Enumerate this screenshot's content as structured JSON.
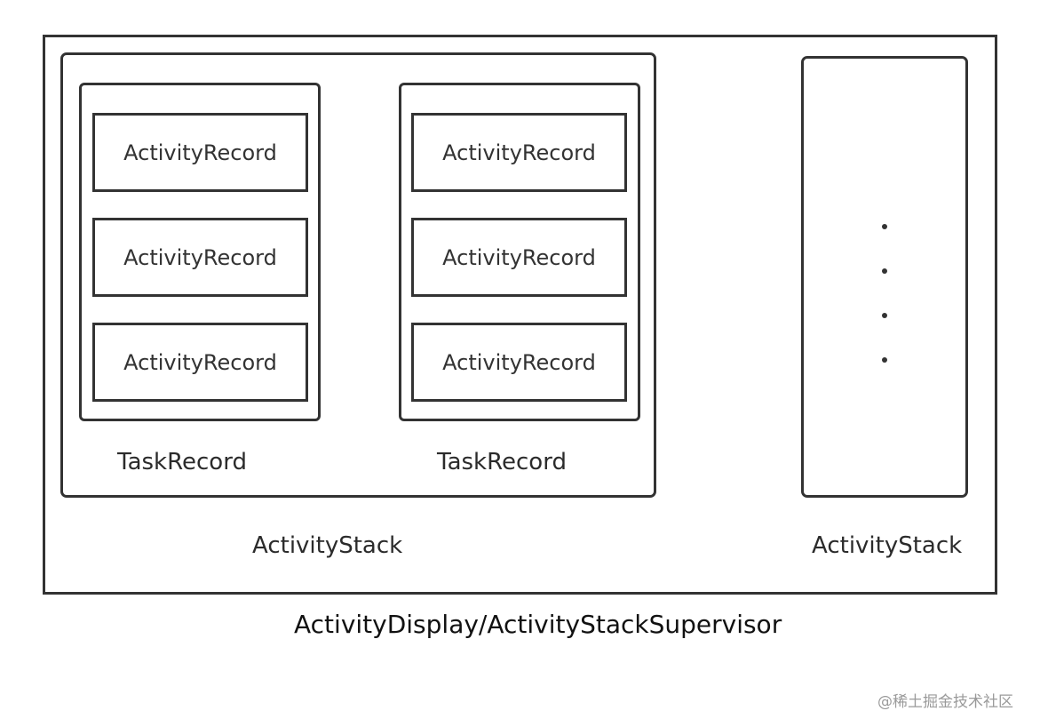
{
  "diagram": {
    "title": "ActivityDisplay/ActivityStackSupervisor",
    "stacks": [
      {
        "label": "ActivityStack",
        "tasks": [
          {
            "label": "TaskRecord",
            "records": [
              "ActivityRecord",
              "ActivityRecord",
              "ActivityRecord"
            ]
          },
          {
            "label": "TaskRecord",
            "records": [
              "ActivityRecord",
              "ActivityRecord",
              "ActivityRecord"
            ]
          }
        ]
      },
      {
        "label": "ActivityStack",
        "ellipsis_dots": 4
      }
    ]
  },
  "watermark": "@稀土掘金技术社区"
}
